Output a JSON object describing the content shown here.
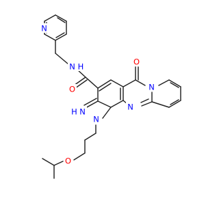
{
  "molecule": {
    "atom_labels": {
      "pyridine_n": "N",
      "amide_nh": "N",
      "amide_nh_h": "H",
      "amide_o": "O",
      "ketone_o": "O",
      "bridge_n": "N",
      "imine_n": "N",
      "imine_h": "H",
      "ring_n1": "N",
      "ring_n_inner": "N",
      "ether_o": "O"
    }
  },
  "colors": {
    "bond": "#222222",
    "nitrogen": "#0000ff",
    "oxygen": "#ff0000",
    "background": "#ffffff"
  }
}
